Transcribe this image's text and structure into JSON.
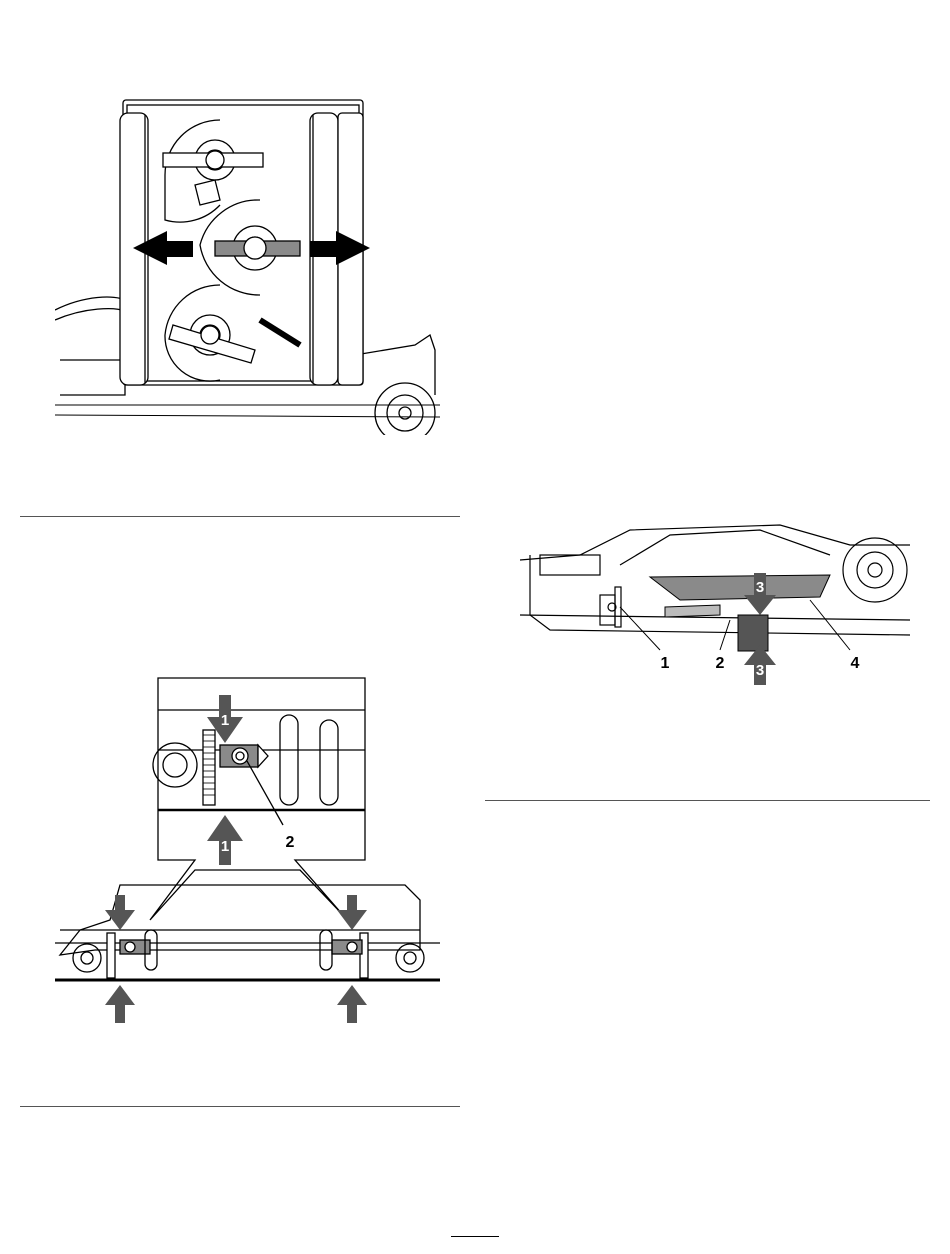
{
  "figure1": {
    "name": "cutting-unit-top-view"
  },
  "figure2": {
    "name": "skid-height-adjustment",
    "callouts": [
      "1",
      "1",
      "2"
    ]
  },
  "figure3": {
    "name": "rear-skid-side-view",
    "callouts": [
      "1",
      "2",
      "3",
      "3",
      "4"
    ]
  }
}
